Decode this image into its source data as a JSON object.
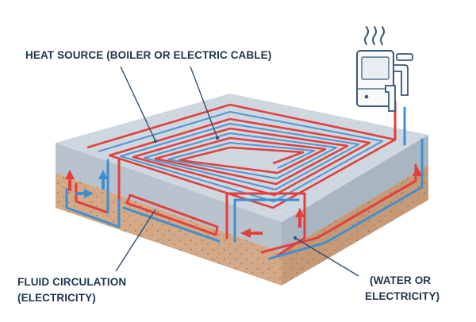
{
  "labels": {
    "heat_source": "HEAT SOURCE (BOILER OR ELECTRIC CABLE)",
    "fluid_line1": "FLUID CIRCULATION",
    "fluid_line2": "(ELECTRICITY)",
    "water_line1": "(WATER OR",
    "water_line2": "ELECTRICITY)"
  },
  "colors": {
    "hot_pipe": "#e2403c",
    "cold_pipe": "#3f8fd0",
    "slab_top": "#c9d2db",
    "soil": "#dcb89a",
    "text": "#1f3550"
  },
  "icons": [
    "boiler-icon",
    "steam-icon",
    "flow-arrow-icon"
  ]
}
